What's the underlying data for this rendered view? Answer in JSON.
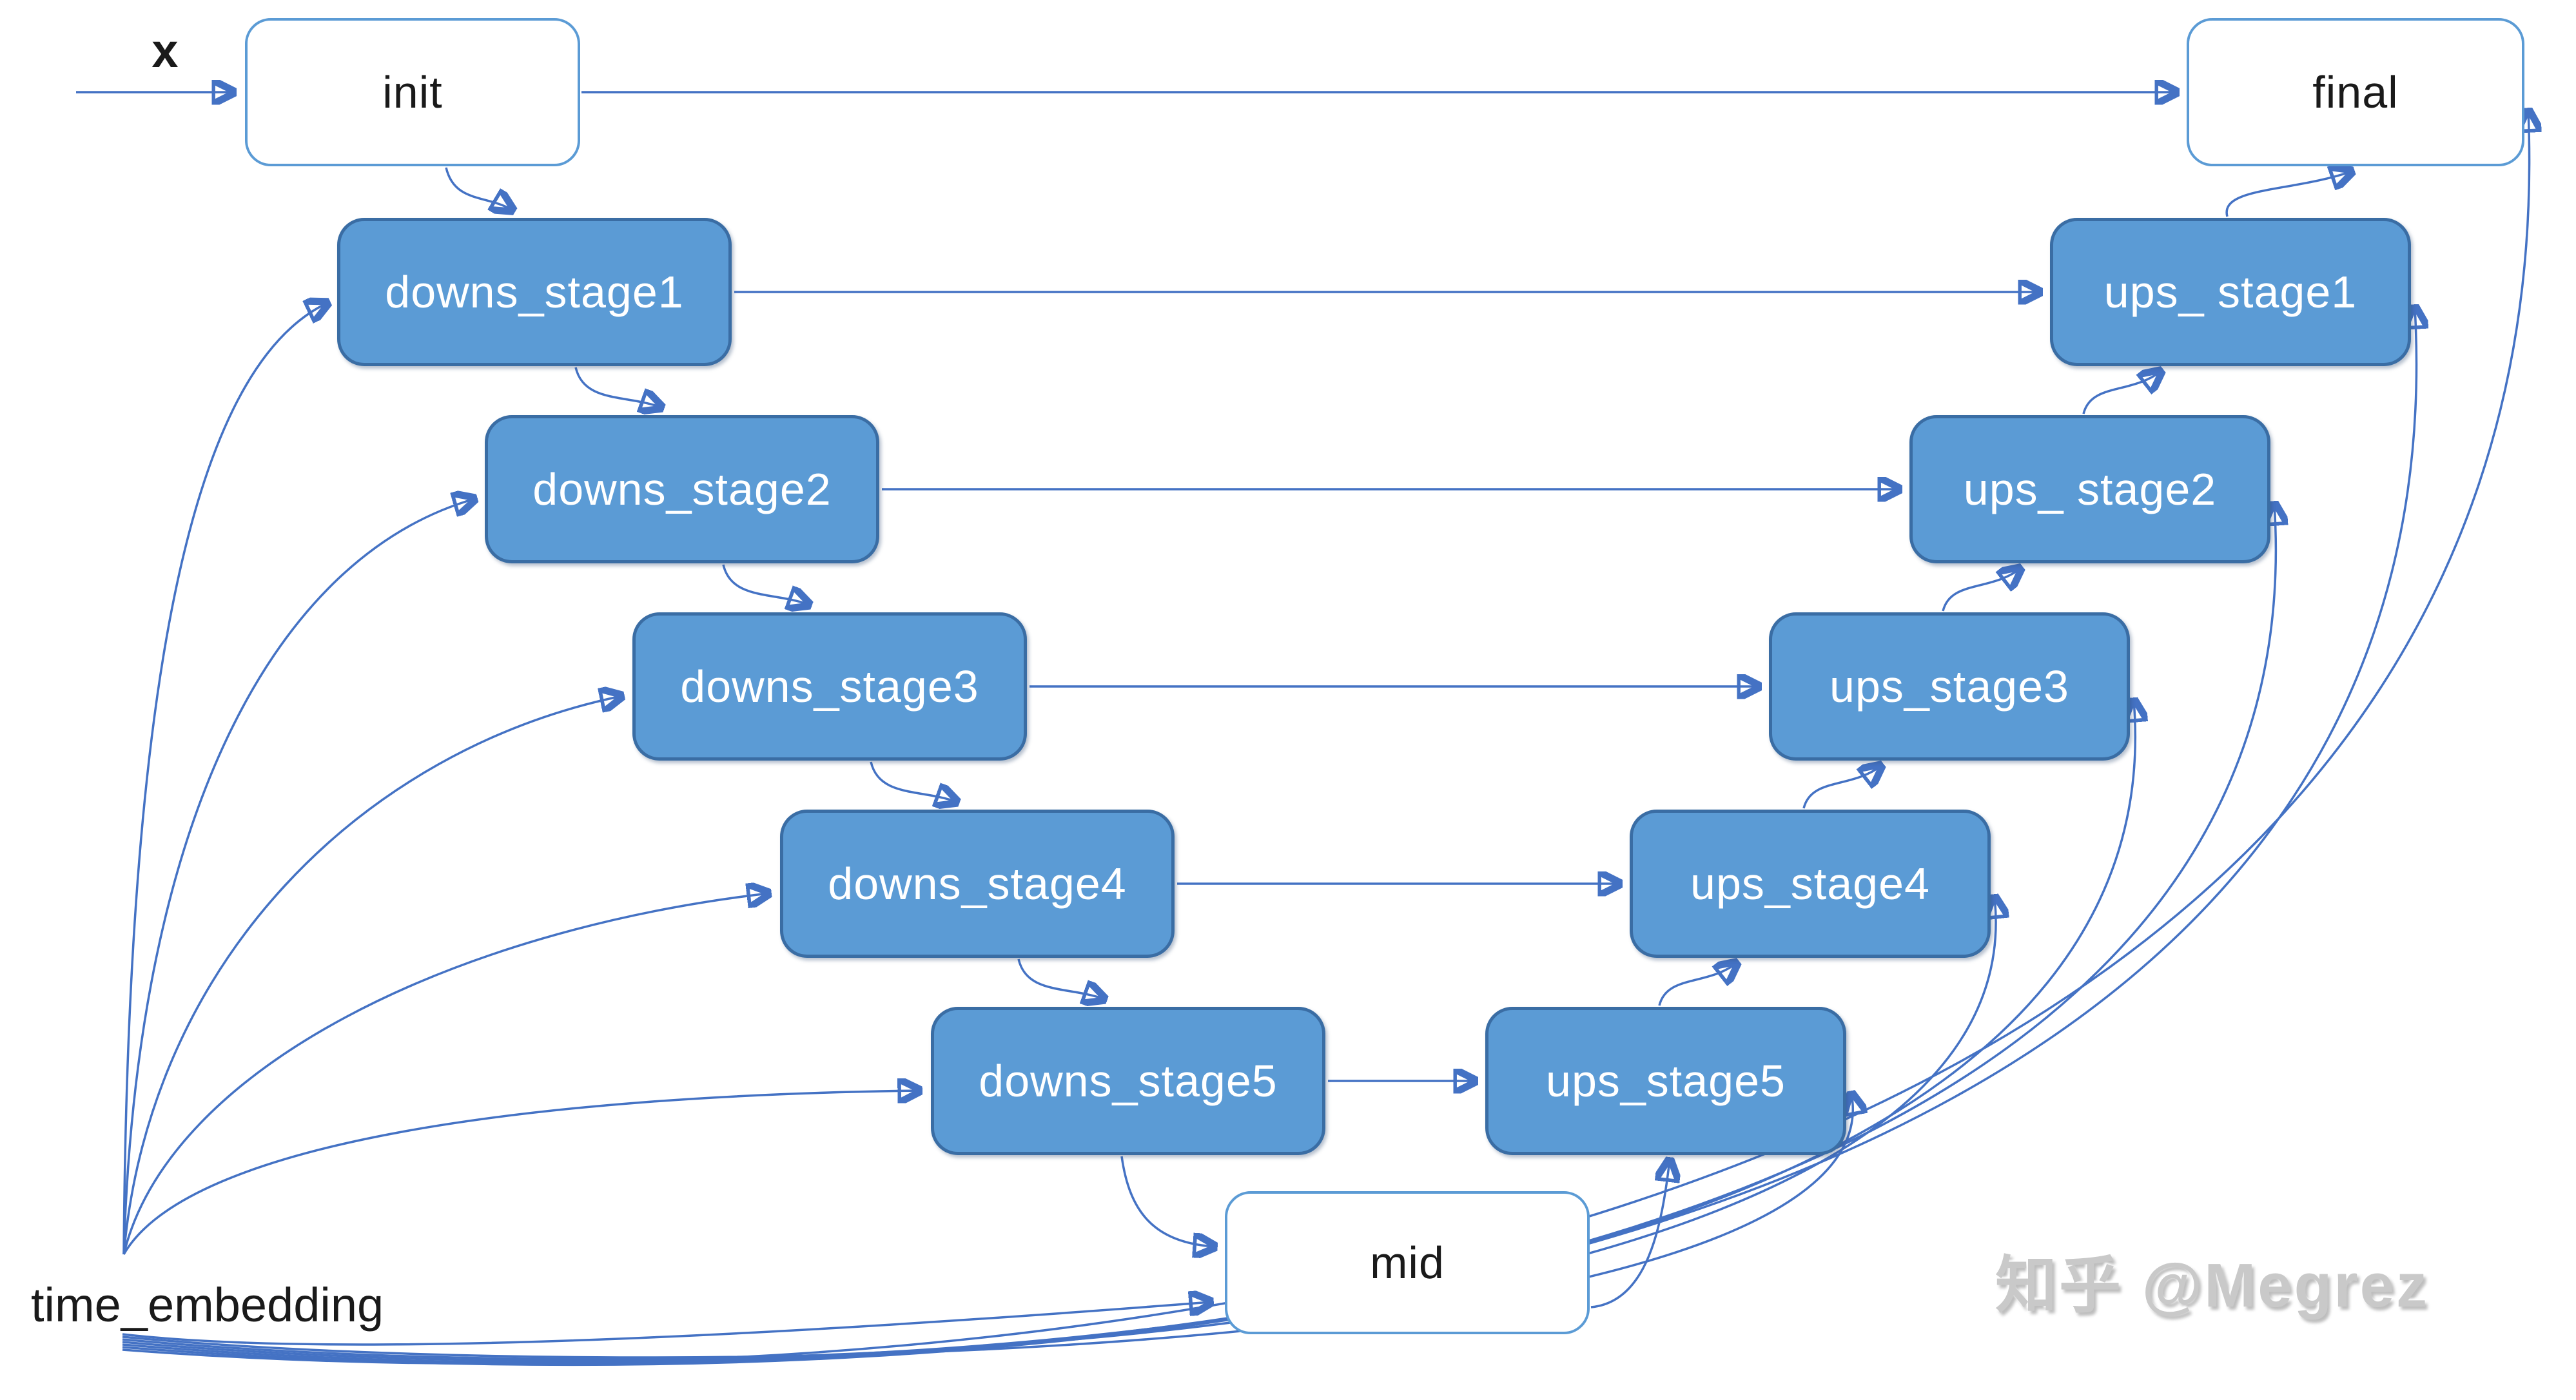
{
  "labels": {
    "input": "x",
    "time_embedding": "time_embedding",
    "watermark": "知乎 @Megrez"
  },
  "nodes": {
    "init": {
      "label": "init",
      "style": "white"
    },
    "final": {
      "label": "final",
      "style": "white"
    },
    "mid": {
      "label": "mid",
      "style": "white"
    },
    "downs_stage1": {
      "label": "downs_stage1",
      "style": "blue"
    },
    "downs_stage2": {
      "label": "downs_stage2",
      "style": "blue"
    },
    "downs_stage3": {
      "label": "downs_stage3",
      "style": "blue"
    },
    "downs_stage4": {
      "label": "downs_stage4",
      "style": "blue"
    },
    "downs_stage5": {
      "label": "downs_stage5",
      "style": "blue"
    },
    "ups_stage1": {
      "label": "ups_ stage1",
      "style": "blue"
    },
    "ups_stage2": {
      "label": "ups_ stage2",
      "style": "blue"
    },
    "ups_stage3": {
      "label": "ups_stage3",
      "style": "blue"
    },
    "ups_stage4": {
      "label": "ups_stage4",
      "style": "blue"
    },
    "ups_stage5": {
      "label": "ups_stage5",
      "style": "blue"
    }
  },
  "colors": {
    "node_fill_blue": "#5B9BD5",
    "node_border_blue": "#3A6DA4",
    "node_fill_white": "#FFFFFF",
    "node_border_white": "#5B9BD5",
    "connector": "#4472C4",
    "label_dark": "#1A1A1A",
    "node_label_light": "#FFFFFF",
    "watermark": "#C9C9C9"
  }
}
